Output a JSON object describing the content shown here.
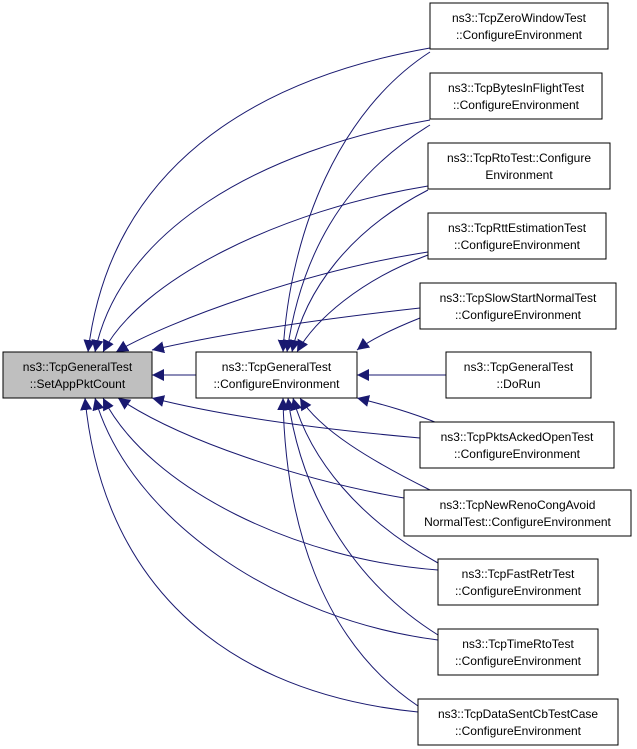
{
  "diagram": {
    "nodes": [
      {
        "id": "root",
        "line1": "ns3::TcpGeneralTest",
        "line2": "::SetAppPktCount",
        "highlight": true
      },
      {
        "id": "mid",
        "line1": "ns3::TcpGeneralTest",
        "line2": "::ConfigureEnvironment",
        "highlight": false
      },
      {
        "id": "zero",
        "line1": "ns3::TcpZeroWindowTest",
        "line2": "::ConfigureEnvironment",
        "highlight": false
      },
      {
        "id": "bytes",
        "line1": "ns3::TcpBytesInFlightTest",
        "line2": "::ConfigureEnvironment",
        "highlight": false
      },
      {
        "id": "rto",
        "line1": "ns3::TcpRtoTest::Configure",
        "line2": "Environment",
        "highlight": false
      },
      {
        "id": "rtt",
        "line1": "ns3::TcpRttEstimationTest",
        "line2": "::ConfigureEnvironment",
        "highlight": false
      },
      {
        "id": "slow",
        "line1": "ns3::TcpSlowStartNormalTest",
        "line2": "::ConfigureEnvironment",
        "highlight": false
      },
      {
        "id": "dorun",
        "line1": "ns3::TcpGeneralTest",
        "line2": "::DoRun",
        "highlight": false
      },
      {
        "id": "pkts",
        "line1": "ns3::TcpPktsAckedOpenTest",
        "line2": "::ConfigureEnvironment",
        "highlight": false
      },
      {
        "id": "newreno",
        "line1": "ns3::TcpNewRenoCongAvoid",
        "line2": "NormalTest::ConfigureEnvironment",
        "highlight": false
      },
      {
        "id": "fast",
        "line1": "ns3::TcpFastRetrTest",
        "line2": "::ConfigureEnvironment",
        "highlight": false
      },
      {
        "id": "timerto",
        "line1": "ns3::TcpTimeRtoTest",
        "line2": "::ConfigureEnvironment",
        "highlight": false
      },
      {
        "id": "datasent",
        "line1": "ns3::TcpDataSentCbTestCase",
        "line2": "::ConfigureEnvironment",
        "highlight": false
      }
    ],
    "edges": [
      {
        "from": "mid",
        "to": "root"
      },
      {
        "from": "dorun",
        "to": "mid"
      },
      {
        "from": "zero",
        "to": "root"
      },
      {
        "from": "zero",
        "to": "mid"
      },
      {
        "from": "bytes",
        "to": "root"
      },
      {
        "from": "bytes",
        "to": "mid"
      },
      {
        "from": "rto",
        "to": "root"
      },
      {
        "from": "rto",
        "to": "mid"
      },
      {
        "from": "rtt",
        "to": "root"
      },
      {
        "from": "rtt",
        "to": "mid"
      },
      {
        "from": "slow",
        "to": "root"
      },
      {
        "from": "slow",
        "to": "mid"
      },
      {
        "from": "pkts",
        "to": "root"
      },
      {
        "from": "pkts",
        "to": "mid"
      },
      {
        "from": "newreno",
        "to": "root"
      },
      {
        "from": "newreno",
        "to": "mid"
      },
      {
        "from": "fast",
        "to": "root"
      },
      {
        "from": "fast",
        "to": "mid"
      },
      {
        "from": "timerto",
        "to": "root"
      },
      {
        "from": "timerto",
        "to": "mid"
      },
      {
        "from": "datasent",
        "to": "root"
      },
      {
        "from": "datasent",
        "to": "mid"
      }
    ],
    "colors": {
      "edge": "#191970",
      "node_border": "#000000",
      "highlight_fill": "#bfbfbf",
      "node_fill": "#ffffff"
    }
  }
}
